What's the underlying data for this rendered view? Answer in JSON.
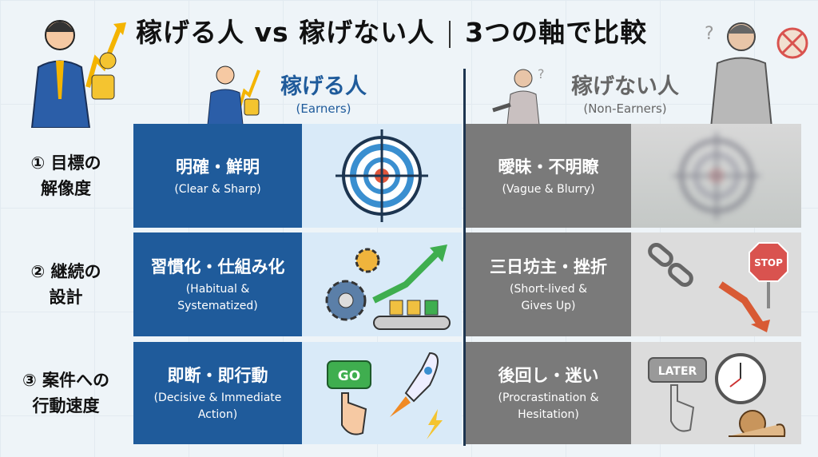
{
  "title": {
    "left": "稼げる人 vs 稼げない人",
    "right": "3つの軸で比較"
  },
  "earners": {
    "label_jp": "稼げる人",
    "label_en": "(Earners)",
    "color": "#1f5b9b"
  },
  "non_earners": {
    "label_jp": "稼げない人",
    "label_en": "(Non-Earners)",
    "color": "#7a7a7a"
  },
  "rows": [
    {
      "label_line1": "① 目標の",
      "label_line2": "解像度",
      "earner_jp": "明確・鮮明",
      "earner_en": "(Clear & Sharp)",
      "non_jp": "曖昧・不明瞭",
      "non_en": "(Vague & Blurry)"
    },
    {
      "label_line1": "② 継続の",
      "label_line2": "設計",
      "earner_jp": "習慣化・仕組み化",
      "earner_en": "(Habitual & Systematized)",
      "non_jp": "三日坊主・挫折",
      "non_en": "(Short-lived & Gives Up)",
      "stop_sign": "STOP"
    },
    {
      "label_line1": "③ 案件への",
      "label_line2": "行動速度",
      "earner_jp": "即断・即行動",
      "earner_en": "(Decisive & Immediate Action)",
      "non_jp": "後回し・迷い",
      "non_en": "(Procrastination & Hesitation)",
      "go_button": "GO",
      "later_button": "LATER"
    }
  ]
}
